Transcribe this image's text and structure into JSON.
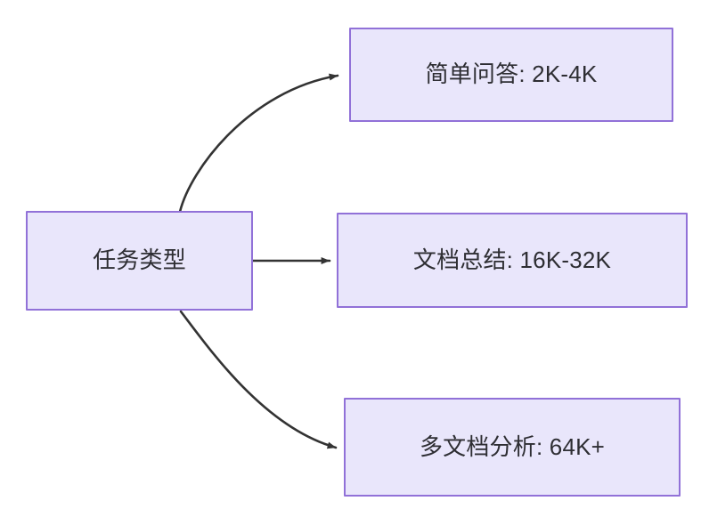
{
  "diagram": {
    "type": "flowchart",
    "direction": "left-to-right",
    "background_color": "#ffffff",
    "node_fill_color": "#e9e6fb",
    "node_border_color": "#9171d8",
    "node_text_color": "#2e2e33",
    "edge_color": "#333333",
    "nodes": [
      {
        "id": "source",
        "label": "任务类型"
      },
      {
        "id": "simple_qa",
        "label": "简单问答: 2K-4K"
      },
      {
        "id": "doc_summary",
        "label": "文档总结: 16K-32K"
      },
      {
        "id": "multi_doc",
        "label": "多文档分析: 64K+"
      }
    ],
    "edges": [
      {
        "from": "source",
        "to": "simple_qa",
        "style": "curved",
        "arrowhead": "solid-triangle",
        "label": ""
      },
      {
        "from": "source",
        "to": "doc_summary",
        "style": "straight",
        "arrowhead": "solid-triangle",
        "label": ""
      },
      {
        "from": "source",
        "to": "multi_doc",
        "style": "curved",
        "arrowhead": "solid-triangle",
        "label": ""
      }
    ]
  }
}
